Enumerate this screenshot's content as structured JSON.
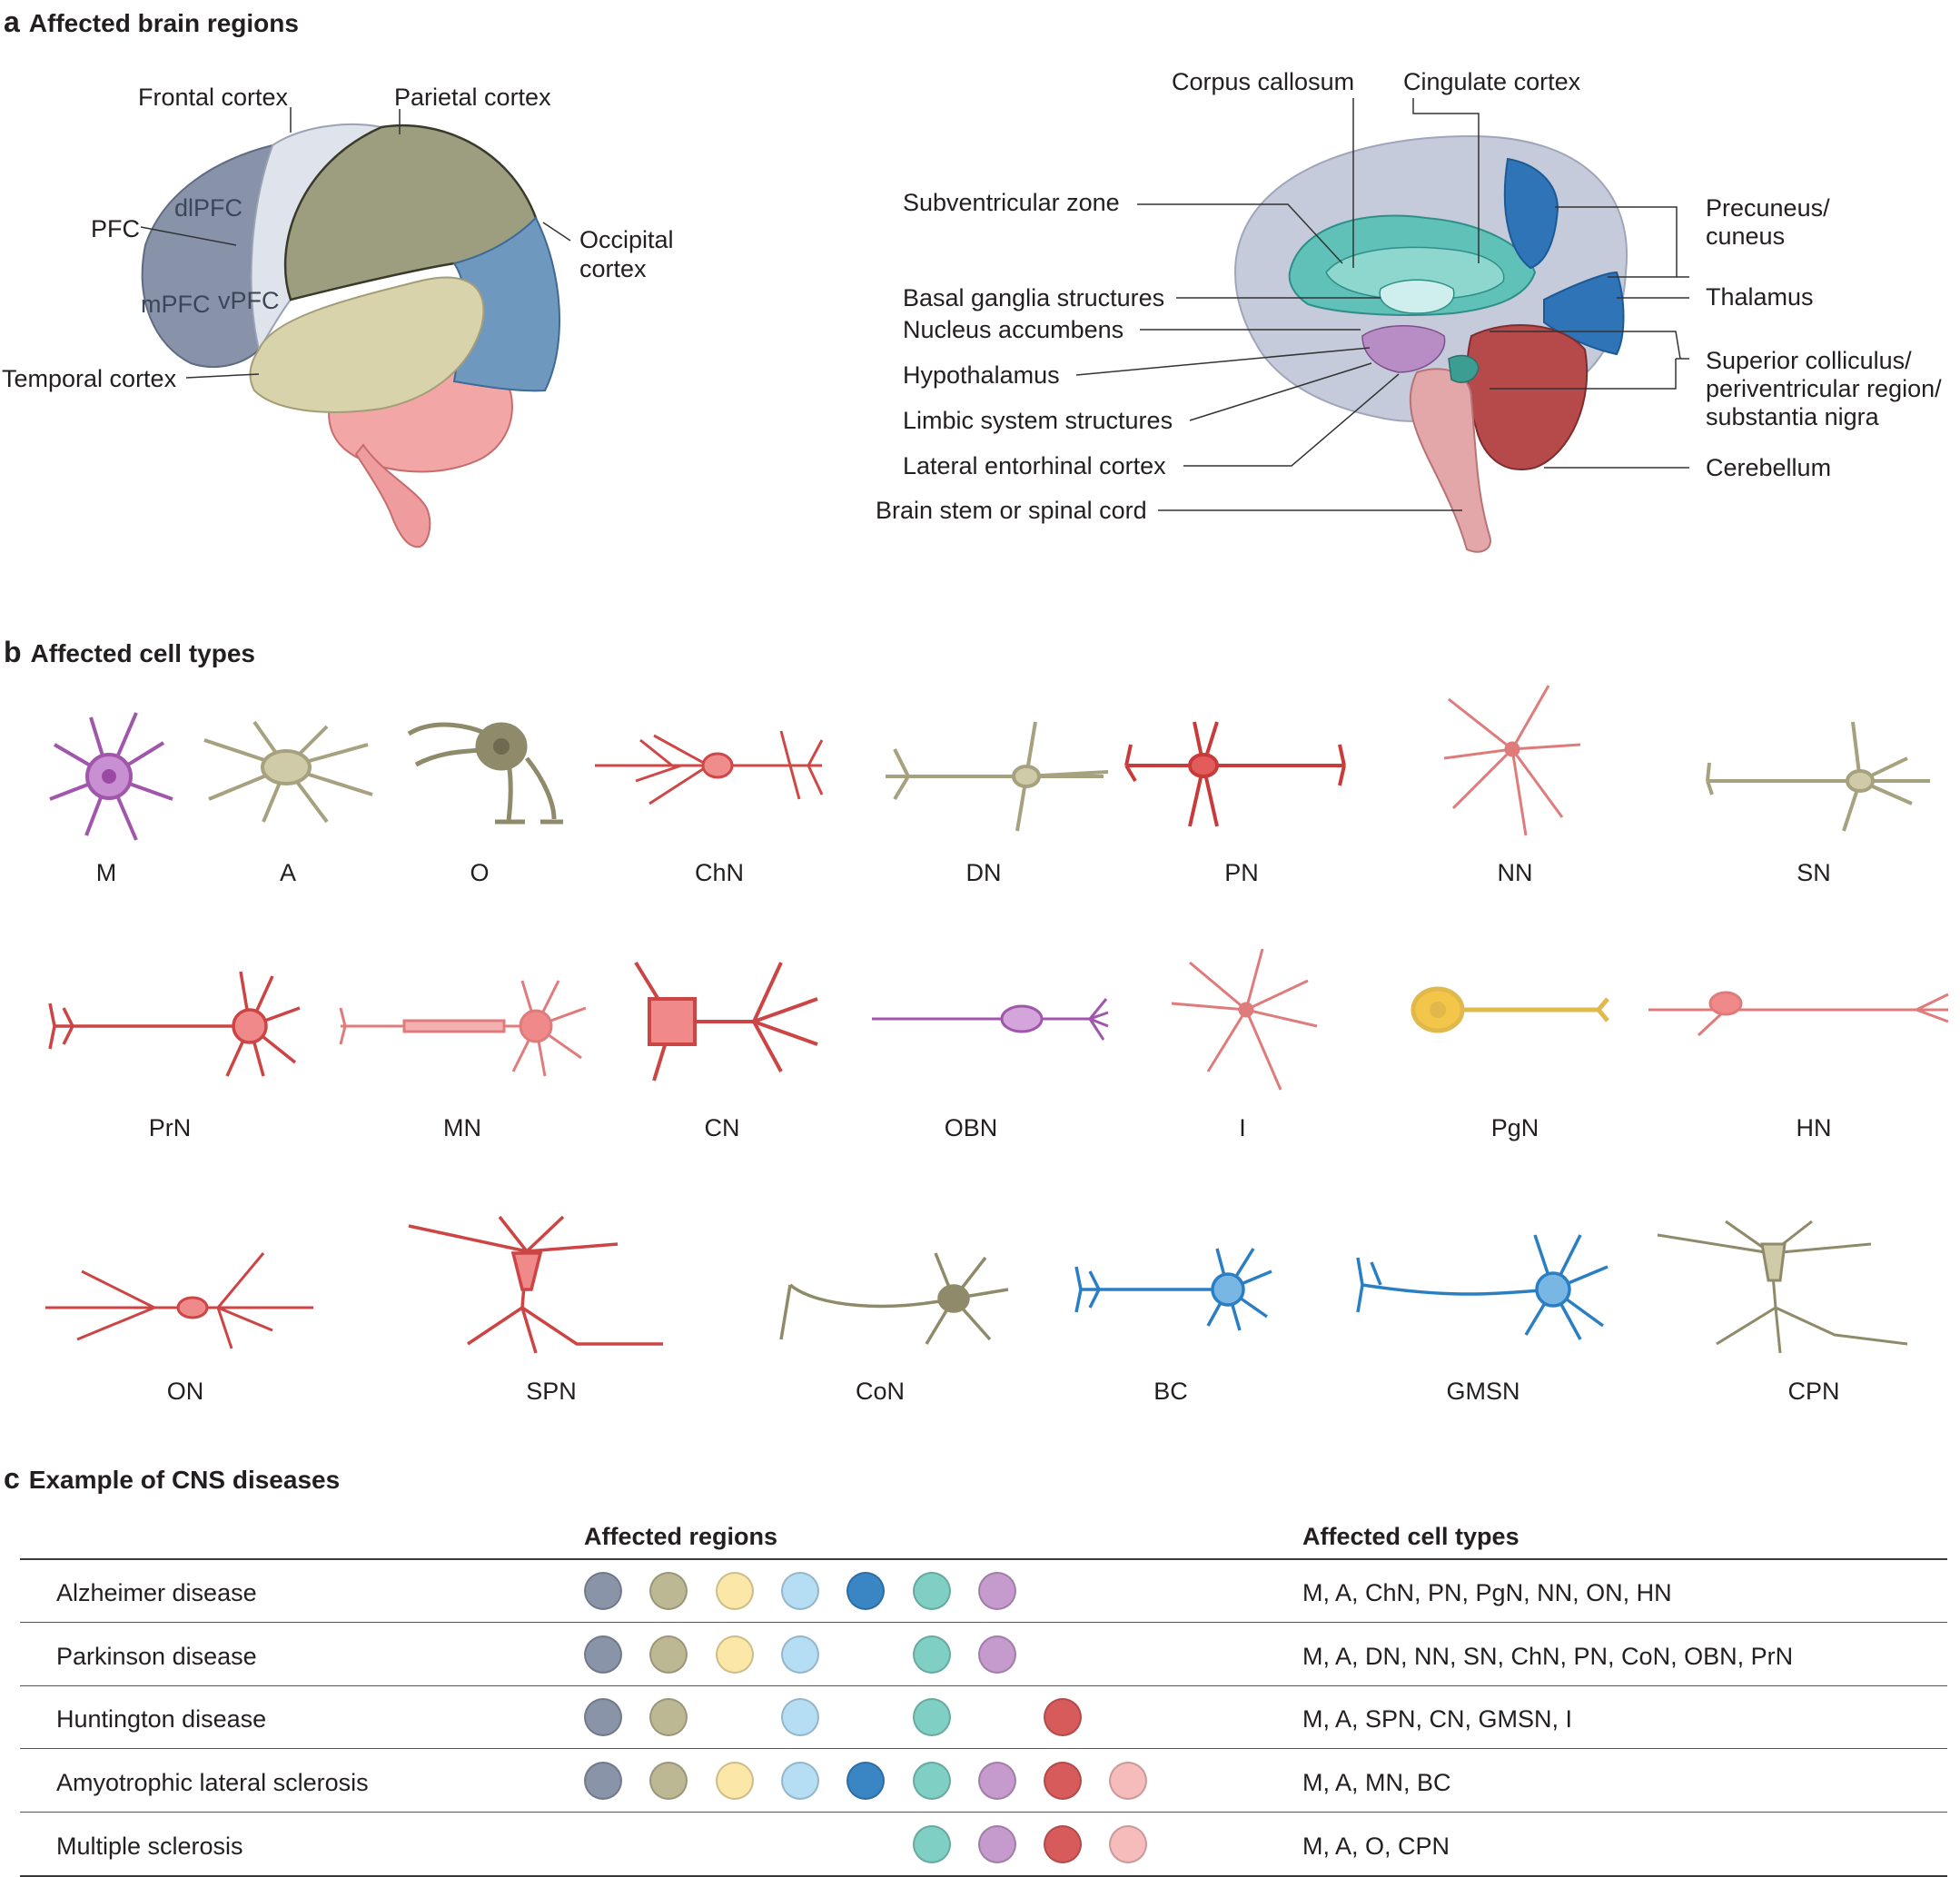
{
  "panel_a": {
    "letter": "a",
    "title": "Affected brain regions",
    "lateral_labels": {
      "frontal": "Frontal cortex",
      "parietal": "Parietal cortex",
      "pfc": "PFC",
      "dlpfc": "dlPFC",
      "mpfc": "mPFC",
      "vpfc": "vPFC",
      "occipital_1": "Occipital",
      "occipital_2": "cortex",
      "temporal": "Temporal cortex"
    },
    "sagittal_labels": {
      "corpus_callosum": "Corpus callosum",
      "cingulate": "Cingulate cortex",
      "subventricular": "Subventricular zone",
      "basal_ganglia": "Basal ganglia structures",
      "nucleus_accumbens": "Nucleus accumbens",
      "hypothalamus": "Hypothalamus",
      "limbic": "Limbic system structures",
      "entorhinal": "Lateral entorhinal cortex",
      "brainstem": "Brain stem or spinal cord",
      "precuneus_1": "Precuneus/",
      "precuneus_2": "cuneus",
      "thalamus": "Thalamus",
      "colliculus_1": "Superior colliculus/",
      "colliculus_2": "periventricular region/",
      "colliculus_3": "substantia nigra",
      "cerebellum": "Cerebellum"
    }
  },
  "panel_b": {
    "letter": "b",
    "title": "Affected cell types",
    "row1": [
      "M",
      "A",
      "O",
      "ChN",
      "DN",
      "PN",
      "NN",
      "SN"
    ],
    "row2": [
      "PrN",
      "MN",
      "CN",
      "OBN",
      "I",
      "PgN",
      "HN"
    ],
    "row3": [
      "ON",
      "SPN",
      "CoN",
      "BC",
      "GMSN",
      "CPN"
    ]
  },
  "panel_c": {
    "letter": "c",
    "title": "Example of CNS diseases",
    "col_regions": "Affected regions",
    "col_cells": "Affected cell types",
    "region_colors": [
      "#8a94a8",
      "#bdb894",
      "#fbe7a8",
      "#b5def5",
      "#3a86c4",
      "#7fcfc4",
      "#c59acd",
      "#d85b5b",
      "#f6bcbb"
    ],
    "diseases": [
      {
        "name": "Alzheimer disease",
        "regions": [
          0,
          1,
          2,
          3,
          4,
          5,
          6
        ],
        "cells": "M, A, ChN, PN, PgN, NN, ON, HN"
      },
      {
        "name": "Parkinson disease",
        "regions": [
          0,
          1,
          2,
          3,
          5,
          6
        ],
        "cells": "M, A, DN, NN, SN, ChN, PN, CoN, OBN, PrN"
      },
      {
        "name": "Huntington disease",
        "regions": [
          0,
          1,
          3,
          5,
          7
        ],
        "cells": "M, A, SPN, CN, GMSN, I"
      },
      {
        "name": "Amyotrophic lateral sclerosis",
        "regions": [
          0,
          1,
          2,
          3,
          4,
          5,
          6,
          7,
          8
        ],
        "cells": "M, A, MN, BC"
      },
      {
        "name": "Multiple sclerosis",
        "regions": [
          5,
          6,
          7,
          8
        ],
        "cells": "M, A, O, CPN"
      }
    ]
  }
}
